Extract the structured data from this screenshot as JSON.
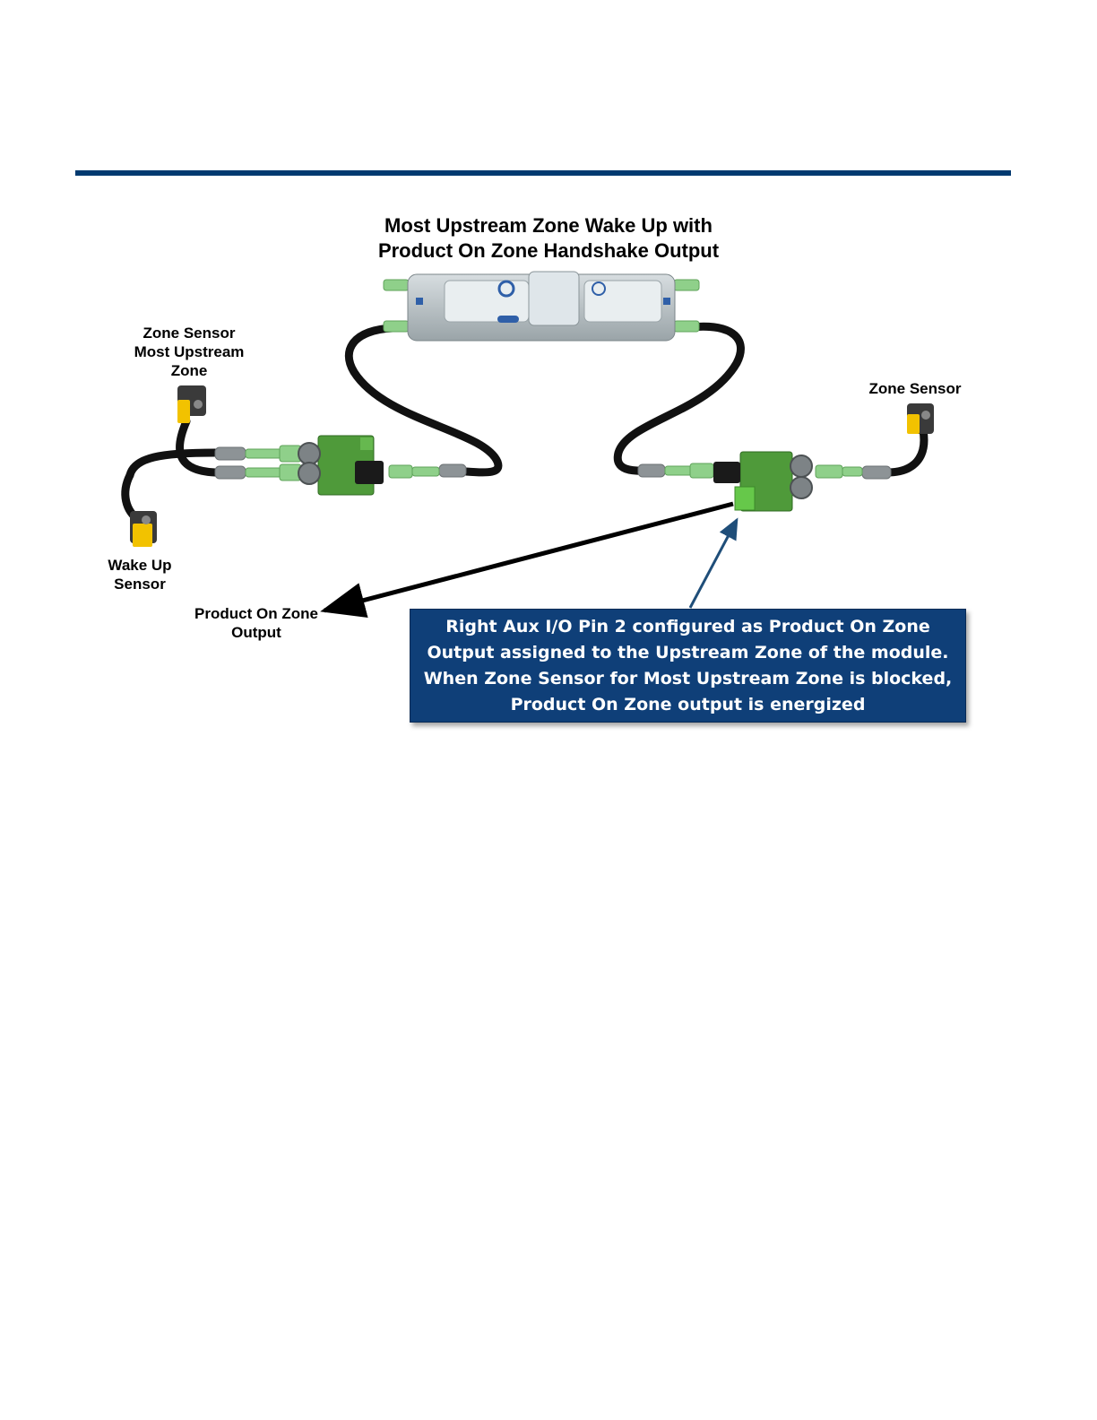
{
  "title": {
    "line1": "Most Upstream Zone Wake Up with",
    "line2": "Product On Zone Handshake Output"
  },
  "labels": {
    "zone_sensor_upstream": [
      "Zone Sensor",
      "Most Upstream",
      "Zone"
    ],
    "wake_up_sensor": [
      "Wake Up",
      "Sensor"
    ],
    "product_on_zone_output": [
      "Product On Zone",
      "Output"
    ],
    "zone_sensor_right": "Zone Sensor"
  },
  "callout": {
    "text": "Right Aux I/O Pin 2 configured as Product On Zone Output assigned to the Upstream Zone of the module.  When Zone Sensor for Most Upstream Zone is blocked, Product On Zone output is energized"
  },
  "colors": {
    "rule": "#003a70",
    "callout_bg": "#0f3f78",
    "connector_green": "#8fd08a",
    "board_green": "#4f9a3a",
    "sensor_yellow": "#f2c200",
    "cable": "#111111"
  }
}
